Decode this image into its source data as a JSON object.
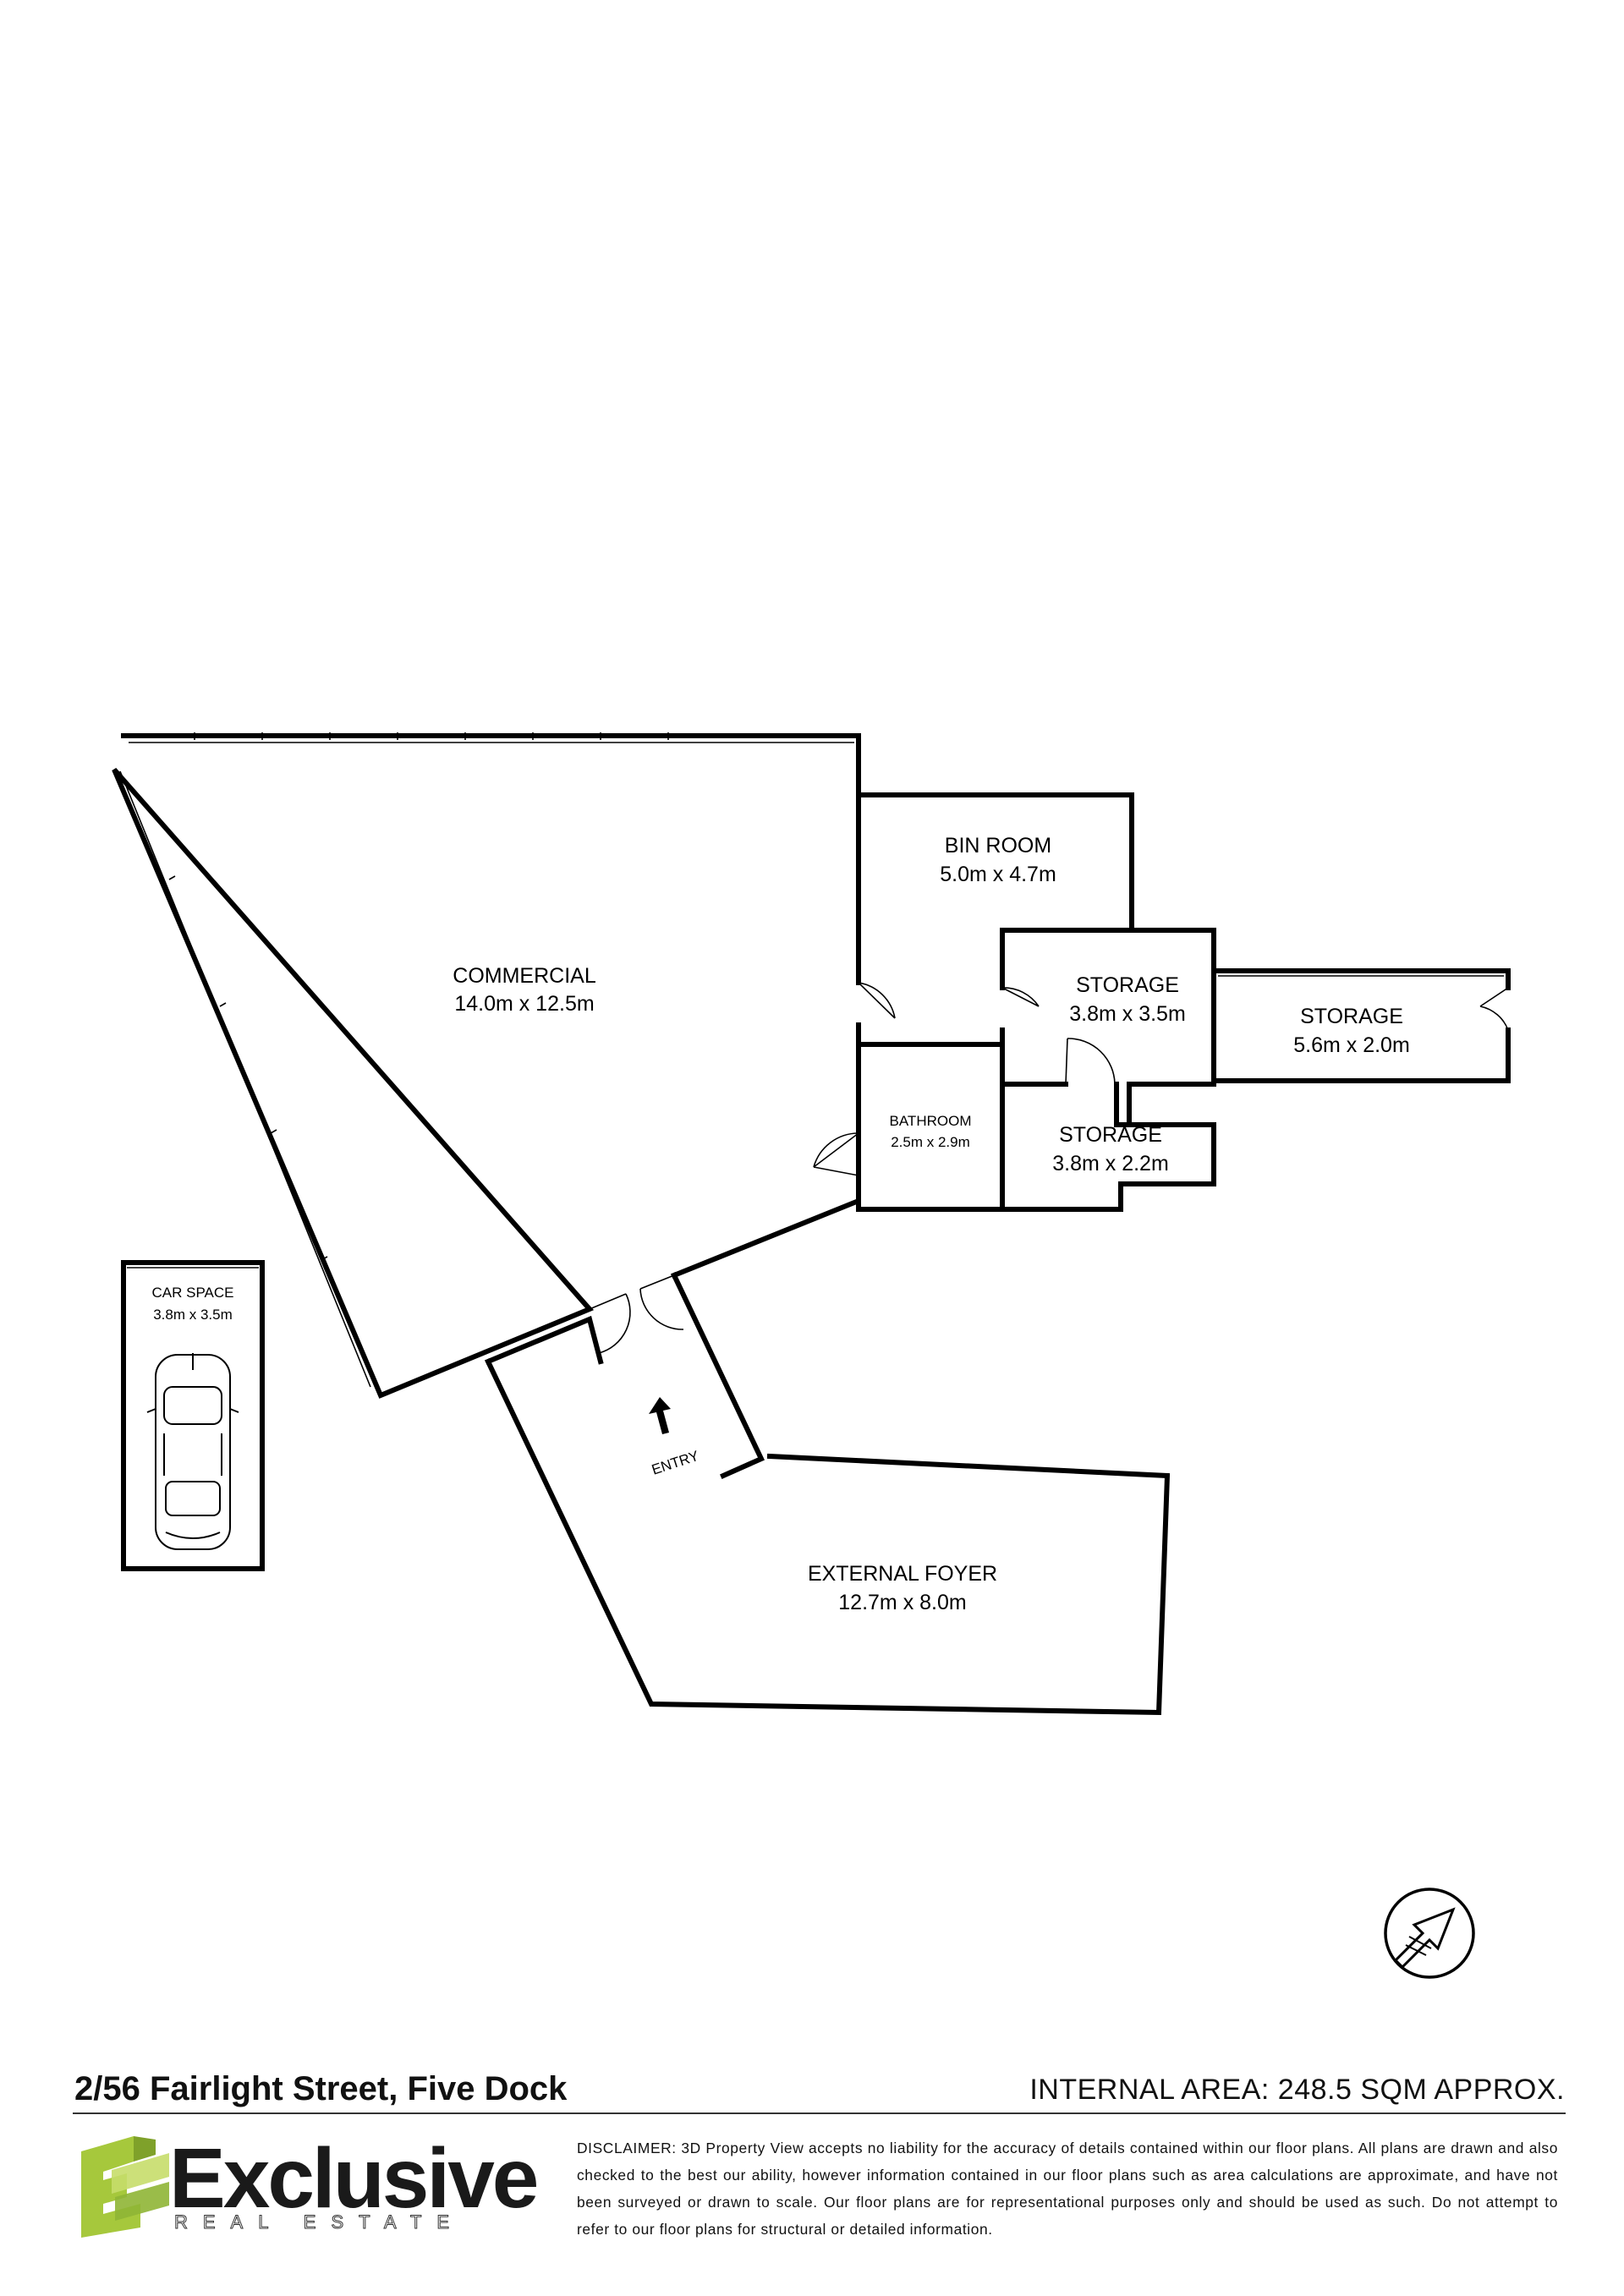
{
  "plan": {
    "rooms": [
      {
        "id": "commercial",
        "name": "COMMERCIAL",
        "dims": "14.0m x 12.5m"
      },
      {
        "id": "bin-room",
        "name": "BIN ROOM",
        "dims": "5.0m x 4.7m"
      },
      {
        "id": "storage-1",
        "name": "STORAGE",
        "dims": "3.8m x 3.5m"
      },
      {
        "id": "storage-2",
        "name": "STORAGE",
        "dims": "5.6m x 2.0m"
      },
      {
        "id": "storage-3",
        "name": "STORAGE",
        "dims": "3.8m x 2.2m"
      },
      {
        "id": "bathroom",
        "name": "BATHROOM",
        "dims": "2.5m x 2.9m"
      },
      {
        "id": "car-space",
        "name": "CAR SPACE",
        "dims": "3.8m x 3.5m"
      },
      {
        "id": "external-foyer",
        "name": "EXTERNAL FOYER",
        "dims": "12.7m x 8.0m"
      }
    ],
    "entry_label": "ENTRY"
  },
  "footer": {
    "address": "2/56 Fairlight Street, Five Dock",
    "internal_area": "INTERNAL AREA: 248.5 SQM APPROX.",
    "disclaimer": "DISCLAIMER: 3D Property View accepts no liability for the accuracy of details contained within our floor plans. All plans are drawn and also checked to the best our ability, however information contained in our floor plans such as area calculations are approximate, and have not been surveyed or drawn to scale. Our floor plans are for representational purposes only and should be used as such. Do not attempt to refer to our floor plans for structural or detailed information."
  },
  "logo": {
    "word": "Exclusive",
    "sub": "REAL ESTATE",
    "colors": {
      "primary": "#a6c83c",
      "dark": "#1a1a1a"
    }
  },
  "icons": [
    "compass-north-arrow-icon",
    "car-icon",
    "entry-arrow-icon"
  ]
}
